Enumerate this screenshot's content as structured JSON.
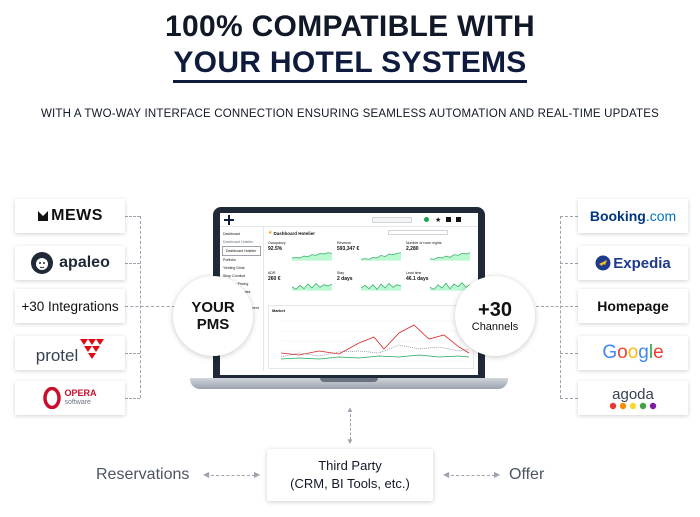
{
  "header": {
    "title_line1": "100% COMPATIBLE WITH",
    "title_line2": "YOUR HOTEL SYSTEMS",
    "subtitle": "WITH A TWO-WAY INTERFACE CONNECTION ENSURING SEAMLESS AUTOMATION AND REAL-TIME UPDATES"
  },
  "pms_logos": [
    {
      "label": "MEWS",
      "icon": "mews-icon"
    },
    {
      "label": "apaleo",
      "icon": "apaleo-lion-icon"
    },
    {
      "label": "+30 Integrations"
    },
    {
      "label": "protel",
      "icon": "protel-triangles-icon"
    },
    {
      "label": "OPERA",
      "sublabel": "software",
      "icon": "opera-o-icon"
    }
  ],
  "channel_logos": [
    {
      "label": "Booking",
      "suffix": ".com"
    },
    {
      "label": "Expedia",
      "icon": "expedia-plane-icon"
    },
    {
      "label": "Homepage"
    },
    {
      "label": "Google"
    },
    {
      "label": "agoda",
      "icon": "agoda-dots-icon"
    }
  ],
  "pms_circle": {
    "line1": "YOUR",
    "line2": "PMS"
  },
  "channels_circle": {
    "line1": "+30",
    "line2": "Channels"
  },
  "dashboard": {
    "title": "Dashboard Hotelier",
    "sidebar": [
      "Dashboard",
      "Dashboard Hotelier",
      "Dashboard Hotelier",
      "Portfolio",
      "Yielding Grids",
      "Shop Conduct",
      "Dynamic Pricing",
      "Pricing Strategies",
      "Alerts",
      "Business Development",
      "Market",
      "Reporting"
    ],
    "kpis": [
      {
        "label": "Occupancy",
        "value": "92.5%"
      },
      {
        "label": "Revenue",
        "value": "593,347 €"
      },
      {
        "label": "Number of room nights",
        "value": "2,280"
      },
      {
        "label": "ADR",
        "value": "260 €"
      },
      {
        "label": "Stay",
        "value": "2 days"
      },
      {
        "label": "Lead time",
        "value": "46.1 days"
      }
    ],
    "market_label": "Market"
  },
  "third_party": {
    "line1": "Third Party",
    "line2": "(CRM, BI Tools, etc.)"
  },
  "flow_labels": {
    "left": "Reservations",
    "right": "Offer"
  },
  "colors": {
    "navy": "#0f1b3d",
    "booking": "#003580",
    "expedia": "#1e3a8a",
    "protel_red": "#e30613",
    "opera_red": "#c8102e",
    "chart_green": "#22a85a",
    "chart_red": "#dc2626"
  }
}
